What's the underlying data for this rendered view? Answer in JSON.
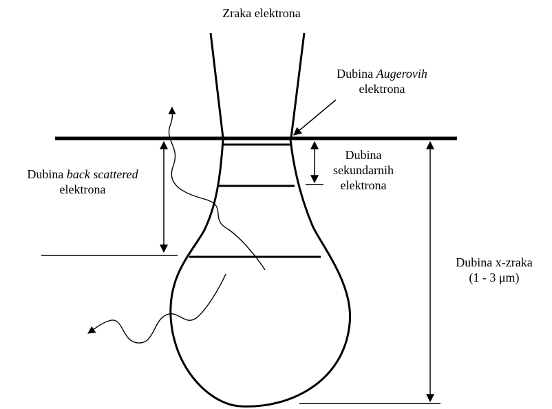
{
  "labels": {
    "beam": "Zraka elektrona",
    "auger_line1_prefix": "Dubina ",
    "auger_line1_italic": "Augerovih",
    "auger_line2": "elektrona",
    "backscatter_line1_prefix": "Dubina ",
    "backscatter_line1_italic": "back scattered",
    "backscatter_line2": "elektrona",
    "secondary_line1": "Dubina",
    "secondary_line2": "sekundarnih",
    "secondary_line3": "elektrona",
    "xray_line1": "Dubina x-zraka",
    "xray_line2": "(1 - 3 μm)"
  },
  "colors": {
    "ink": "#000000",
    "background": "#ffffff"
  }
}
